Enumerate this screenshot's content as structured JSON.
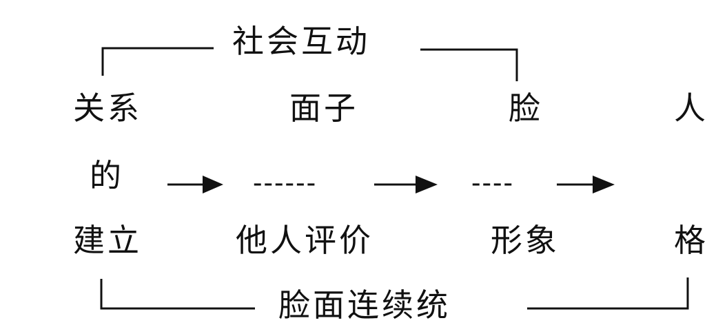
{
  "top_bracket": {
    "label": "社会互动"
  },
  "bottom_bracket": {
    "label": "脸面连续统"
  },
  "columns": [
    {
      "id": "relationship",
      "top": "关系",
      "middle": "的",
      "bottom": "建立"
    },
    {
      "id": "mianzi",
      "top": "面子",
      "bottom": "他人评价"
    },
    {
      "id": "lian",
      "top": "脸",
      "bottom": "形象"
    },
    {
      "id": "personality",
      "top": "人",
      "bottom": "格"
    }
  ],
  "connectors": {
    "dash_long": "------",
    "dash_short": "----"
  },
  "colors": {
    "ink": "#111111",
    "background": "#ffffff"
  }
}
